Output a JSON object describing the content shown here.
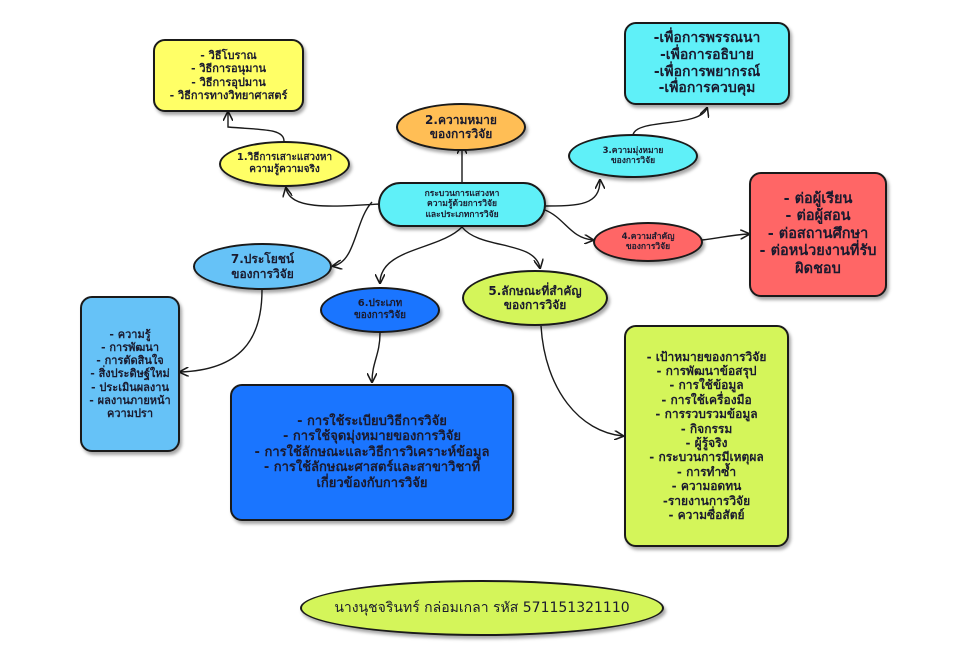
{
  "colors": {
    "yellow": "#ffff66",
    "orange": "#ffbe55",
    "cyan": "#5ff0f8",
    "red": "#ff6666",
    "light_blue": "#66c2f7",
    "blue": "#1a75ff",
    "lime": "#d4f55a",
    "line": "#1a1a1a"
  },
  "center": {
    "lines": [
      "กระบวนการแสวงหา",
      "ความรู้ด้วยการวิจัย",
      "และประเภทการวิจัย"
    ]
  },
  "topics": [
    {
      "id": "t1",
      "lines": [
        "1.วิธีการเสาะแสวงหา",
        "ความรู้ความจริง"
      ]
    },
    {
      "id": "t2",
      "lines": [
        "2.ความหมาย",
        "ของการวิจัย"
      ]
    },
    {
      "id": "t3",
      "lines": [
        "3.ความมุ่งหมาย",
        "ของการวิจัย"
      ]
    },
    {
      "id": "t4",
      "lines": [
        "4.ความสำคัญ",
        "ของการวิจัย"
      ]
    },
    {
      "id": "t5",
      "lines": [
        "5.ลักษณะที่สำคัญ",
        "ของการวิจัย"
      ]
    },
    {
      "id": "t6",
      "lines": [
        "6.ประเภท",
        "ของการวิจัย"
      ]
    },
    {
      "id": "t7",
      "lines": [
        "7.ประโยชน์",
        "ของการวิจัย"
      ]
    }
  ],
  "details": {
    "methods": [
      "- วิธีโบราณ",
      "- วิธีการอนุมาน",
      "- วิธีการอุปมาน",
      "- วิธีการทางวิทยาศาสตร์"
    ],
    "purposes": [
      "-เพื่อการพรรณนา",
      "-เพื่อการอธิบาย",
      "-เพื่อการพยากรณ์",
      "-เพื่อการควบคุม"
    ],
    "importance": [
      "- ต่อผู้เรียน",
      "- ต่อผู้สอน",
      "- ต่อสถานศึกษา",
      "- ต่อหน่วยงานที่รับ",
      "ผิดชอบ"
    ],
    "benefits": [
      "- ความรู้",
      "- การพัฒนา",
      "- การตัดสินใจ",
      "- สิ่งประดิษฐ์ใหม่",
      "- ประเมินผลงาน",
      "- ผลงานภายหน้า",
      "ความปรา"
    ],
    "types": [
      "- การใช้ระเบียบวิธีการวิจัย",
      "- การใช้จุดมุ่งหมายของการวิจัย",
      "- การใช้ลักษณะและวิธีการวิเคราะห์ข้อมูล",
      "- การใช้ลักษณะศาสตร์และสาขาวิชาที่",
      "เกี่ยวข้องกับการวิจัย"
    ],
    "characteristics": [
      "- เป้าหมายของการวิจัย",
      "- การพัฒนาข้อสรุป",
      "- การใช้ข้อมูล",
      "- การใช้เครื่องมือ",
      "- การรวบรวมข้อมูล",
      "- กิจกรรม",
      "- ผู้รู้จริง",
      "- กระบวนการมีเหตุผล",
      "- การทำซ้ำ",
      "- ความอดทน",
      "-รายงานการวิจัย",
      "- ความซื่อสัตย์"
    ]
  },
  "footer": {
    "author": "นางนุชจรินทร์ กล่อมเกลา รหัส 571151321110"
  }
}
